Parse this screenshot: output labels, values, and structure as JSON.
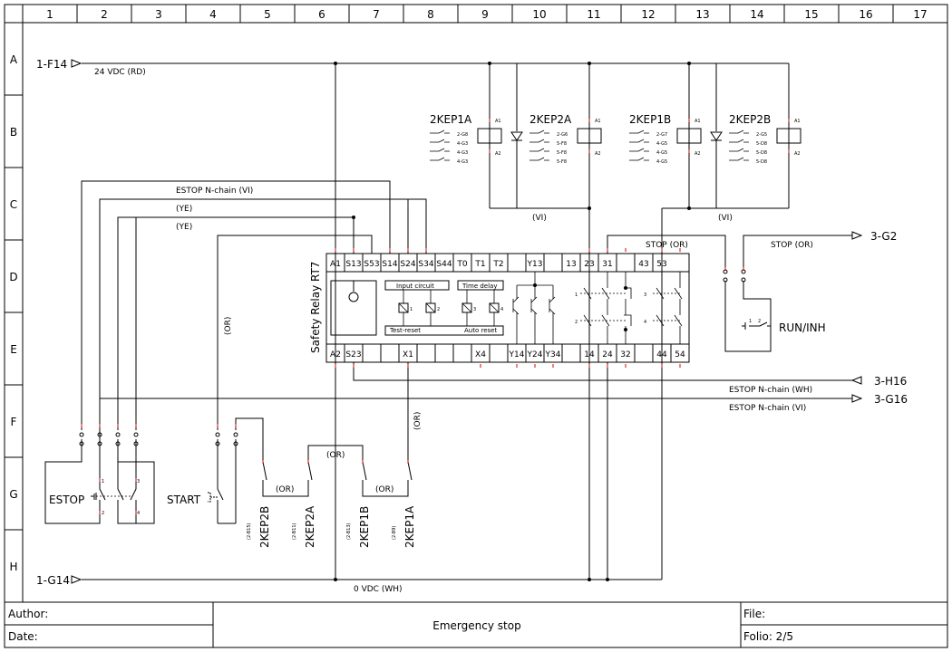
{
  "grid": {
    "columns": [
      "1",
      "2",
      "3",
      "4",
      "5",
      "6",
      "7",
      "8",
      "9",
      "10",
      "11",
      "12",
      "13",
      "14",
      "15",
      "16",
      "17"
    ],
    "rows": [
      "A",
      "B",
      "C",
      "D",
      "E",
      "F",
      "G",
      "H"
    ]
  },
  "terminals": {
    "a_left": "1-F14",
    "h_left": "1-G14",
    "d_right": "3-G2",
    "f_right1": "3-H16",
    "f_right2": "3-G16"
  },
  "rails": {
    "top": "24 VDC (RD)",
    "bottom": "0 VDC (WH)"
  },
  "wire_labels": {
    "estop_vi": "ESTOP N-chain (VI)",
    "ye1": "(YE)",
    "ye2": "(YE)",
    "or_vert": "(OR)",
    "or_vert2": "(OR)",
    "vi1": "(VI)",
    "vi2": "(VI)",
    "stop_or1": "STOP (OR)",
    "stop_or2": "STOP (OR)",
    "estop_wh": "ESTOP N-chain (WH)",
    "estop_vi2": "ESTOP N-chain (VI)",
    "or_g1": "(OR)",
    "or_g2": "(OR)",
    "or_g3": "(OR)"
  },
  "coils": [
    {
      "name": "2KEP1A",
      "refs": [
        "2-G8",
        "4-G3",
        "4-G3",
        "4-G3"
      ]
    },
    {
      "name": "2KEP2A",
      "refs": [
        "2-G6",
        "5-F8",
        "5-F8",
        "5-F8"
      ]
    },
    {
      "name": "2KEP1B",
      "refs": [
        "2-G7",
        "4-G5",
        "4-G5",
        "4-G5"
      ]
    },
    {
      "name": "2KEP2B",
      "refs": [
        "2-G5",
        "5-D8",
        "5-D8",
        "5-D8"
      ]
    }
  ],
  "coil_pins": {
    "a1": "A1",
    "a2": "A2"
  },
  "relay": {
    "title": "Safety Relay RT7",
    "top_pins": [
      "A1",
      "S13",
      "S53",
      "S14",
      "S24",
      "S34",
      "S44",
      "T0",
      "T1",
      "T2",
      "",
      "Y13",
      "",
      "13",
      "23",
      "31",
      "",
      "43",
      "53"
    ],
    "bottom_pins": [
      "A2",
      "S23",
      "",
      "",
      "X1",
      "",
      "",
      "",
      "X4",
      "",
      "Y14",
      "Y24",
      "Y34",
      "",
      "14",
      "24",
      "32",
      "",
      "44",
      "54"
    ],
    "input_circuit": "Input circuit",
    "time_delay": "Time delay",
    "test_reset": "Test-reset",
    "auto_reset": "Auto reset",
    "k_nums": [
      "1",
      "2",
      "3",
      "4"
    ],
    "out_nums": [
      "1",
      "2",
      "3",
      "4"
    ]
  },
  "devices": {
    "estop": "ESTOP",
    "start": "START",
    "run_inh": "RUN/INH",
    "estop_pins": [
      "1",
      "2",
      "3",
      "4"
    ],
    "runinh_pins": [
      "1",
      "2"
    ]
  },
  "contacts": [
    {
      "name": "2KEP2B",
      "ref": "(2-B15)"
    },
    {
      "name": "2KEP2A",
      "ref": "(2-B11)"
    },
    {
      "name": "2KEP1B",
      "ref": "(2-B13)"
    },
    {
      "name": "2KEP1A",
      "ref": "(2-B9)"
    }
  ],
  "title_block": {
    "author": "Author:",
    "date": "Date:",
    "title": "Emergency stop",
    "file": "File:",
    "folio": "Folio: 2/5"
  }
}
